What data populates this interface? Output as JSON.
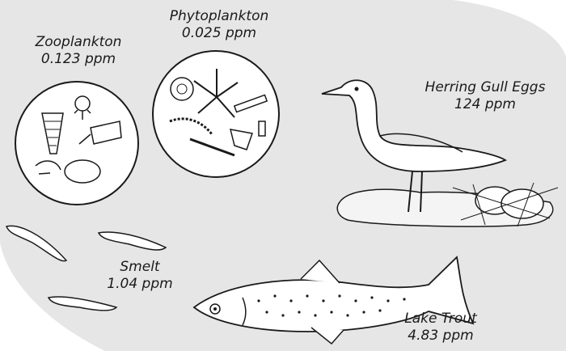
{
  "organisms": [
    {
      "name": "Zooplankton",
      "value": "0.123 ppm"
    },
    {
      "name": "Phytoplankton",
      "value": "0.025 ppm"
    },
    {
      "name": "Herring Gull Eggs",
      "value": "124 ppm"
    },
    {
      "name": "Smelt",
      "value": "1.04 ppm"
    },
    {
      "name": "Lake Trout",
      "value": "4.83 ppm"
    }
  ],
  "colors": {
    "background_blob": "#e6e6e6",
    "ink": "#1a1a1a",
    "paper": "#ffffff"
  }
}
